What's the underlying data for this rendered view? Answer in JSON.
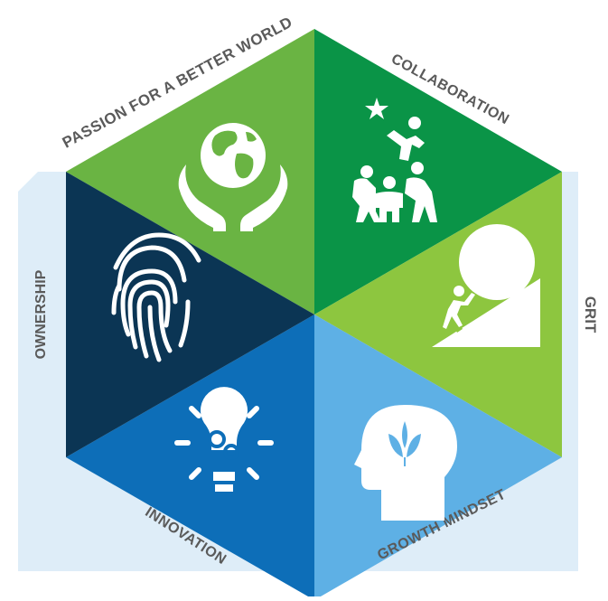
{
  "values": {
    "passion": {
      "label": "PASSION FOR A BETTER WORLD",
      "icon": "globe-in-hands-icon",
      "color": "#6ab443"
    },
    "collaboration": {
      "label": "COLLABORATION",
      "icon": "team-reaching-star-icon",
      "color": "#0a9447"
    },
    "grit": {
      "label": "GRIT",
      "icon": "person-pushing-boulder-icon",
      "color": "#8dc63f"
    },
    "growth": {
      "label": "GROWTH MINDSET",
      "icon": "head-with-sprout-icon",
      "color": "#5eb0e5"
    },
    "innovation": {
      "label": "INNOVATION",
      "icon": "lightbulb-gears-icon",
      "color": "#0d6eb8"
    },
    "ownership": {
      "label": "OWNERSHIP",
      "icon": "fingerprint-icon",
      "color": "#0b3554"
    }
  },
  "colors": {
    "background_band": "#deedf8",
    "label_text": "#5a5a5a",
    "icon": "#ffffff"
  }
}
